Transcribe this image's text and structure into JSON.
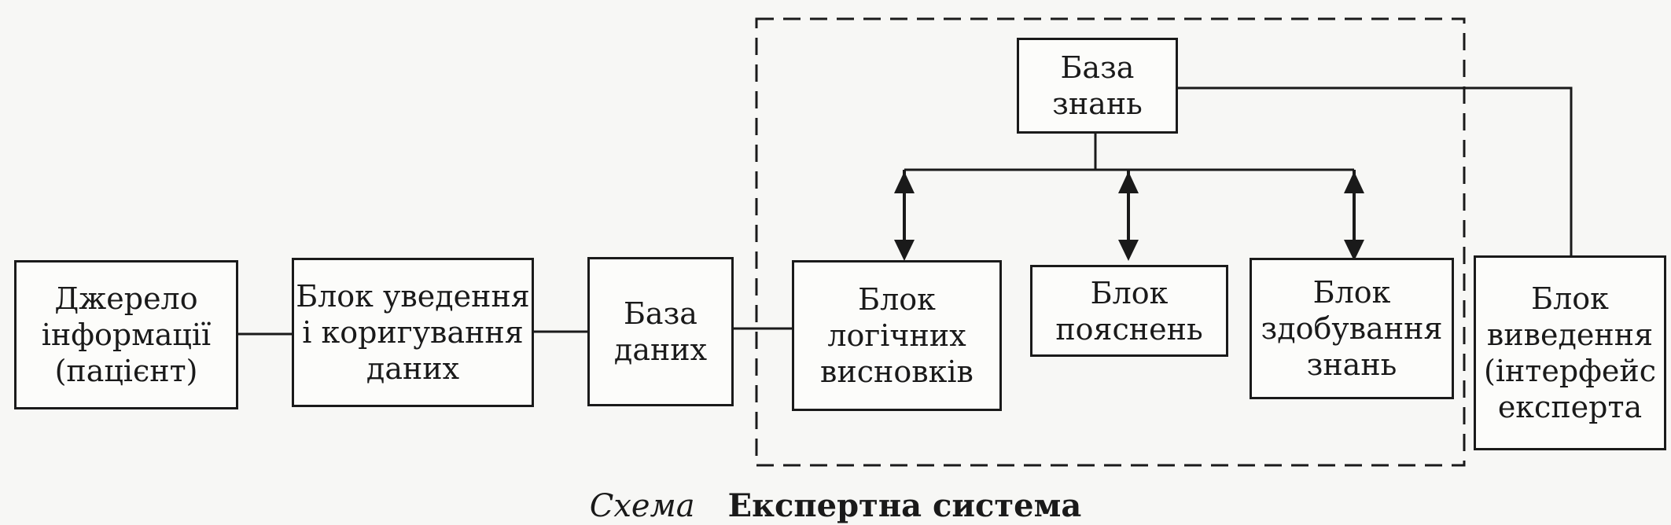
{
  "diagram": {
    "nodes": {
      "source": "Джерело\nінформації\n(пацієнт)",
      "input_block": "Блок уведення\nі коригування\nданих",
      "database": "База\nданих",
      "knowledge_base": "База\nзнань",
      "inference_block": "Блок\nлогічних\nвисновків",
      "explanation_block": "Блок\nпояснень",
      "acquisition_block": "Блок\nздобування\nзнань",
      "output_block": "Блок\nвиведення\n(інтерфейс\nексперта"
    },
    "edges": [
      {
        "from": "source",
        "to": "input_block",
        "type": "line"
      },
      {
        "from": "input_block",
        "to": "database",
        "type": "line"
      },
      {
        "from": "database",
        "to": "inference_block",
        "type": "line"
      },
      {
        "from": "knowledge_base",
        "to": "output_block",
        "type": "line"
      },
      {
        "from": "knowledge_base",
        "to": "inference_block",
        "type": "double-arrow"
      },
      {
        "from": "knowledge_base",
        "to": "explanation_block",
        "type": "double-arrow"
      },
      {
        "from": "knowledge_base",
        "to": "acquisition_block",
        "type": "double-arrow"
      }
    ],
    "group": {
      "style": "dashed",
      "contains": [
        "knowledge_base",
        "inference_block",
        "explanation_block",
        "acquisition_block"
      ]
    }
  },
  "caption": {
    "label": "Схема",
    "title": "Експертна система"
  }
}
